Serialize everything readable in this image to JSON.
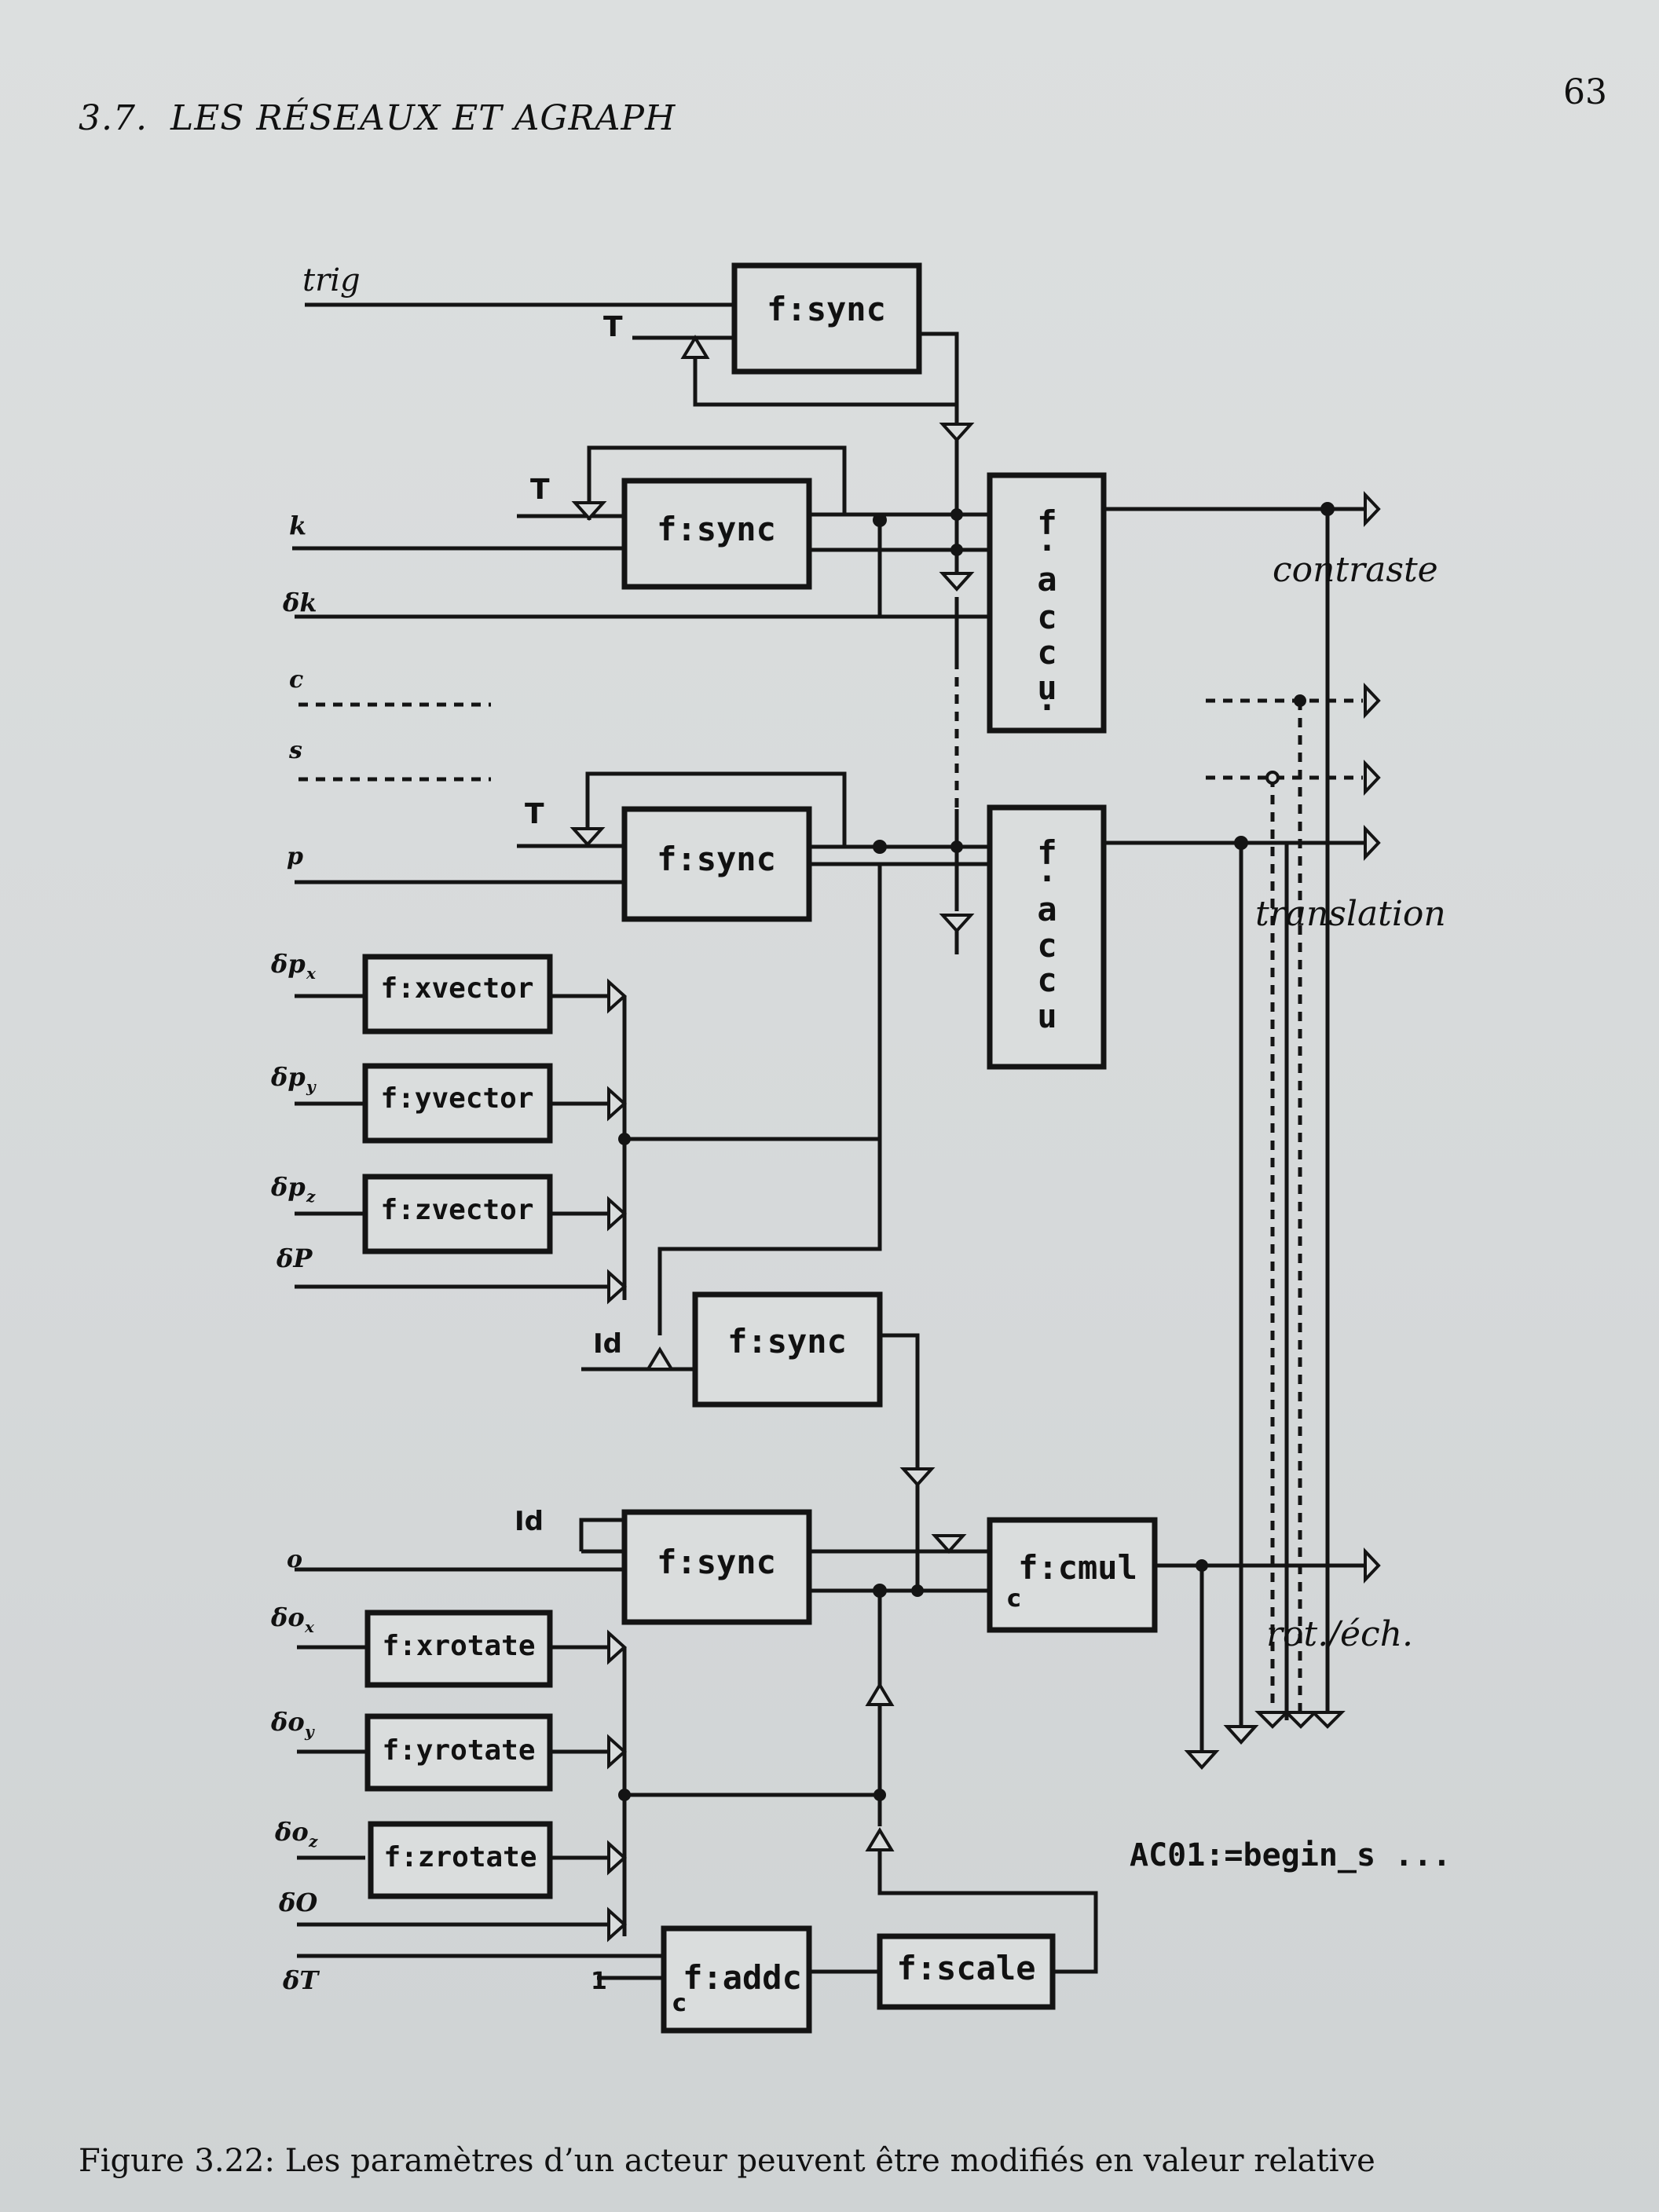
{
  "header": {
    "section_number": "3.7.",
    "section_title": "LES RÉSEAUX ET AGRAPH",
    "page_number": "63"
  },
  "diagram": {
    "inputs": {
      "trig": "trig",
      "k": "k",
      "dk": "δk",
      "c": "c",
      "s": "s",
      "p": "p",
      "dpx": "δp",
      "dpx_sub": "x",
      "dpy": "δp",
      "dpy_sub": "y",
      "dpz": "δp",
      "dpz_sub": "z",
      "dP": "δP",
      "o": "o",
      "dox": "δo",
      "dox_sub": "x",
      "doy": "δo",
      "doy_sub": "y",
      "doz": "δo",
      "doz_sub": "z",
      "dO": "δO",
      "dT": "δT"
    },
    "control_labels": {
      "T1": "T",
      "T2": "T",
      "T3": "T",
      "Id1": "Id",
      "Id2": "Id",
      "one": "1",
      "c_cmul": "c",
      "c_addc": "c"
    },
    "blocks": {
      "sync1": "f:sync",
      "sync2": "f:sync",
      "sync3": "f:sync",
      "sync4": "f:sync",
      "sync5": "f:sync",
      "accu1": [
        "f",
        "·",
        "a",
        "c",
        "c",
        "u",
        "·"
      ],
      "accu2": [
        "f",
        "·",
        "a",
        "c",
        "c",
        "u"
      ],
      "xvector": "f:xvector",
      "yvector": "f:yvector",
      "zvector": "f:zvector",
      "cmul": "f:cmul",
      "xrotate": "f:xrotate",
      "yrotate": "f:yrotate",
      "zrotate": "f:zrotate",
      "addc": "f:addc",
      "scale": "f:scale"
    },
    "outputs": {
      "contraste": "contraste",
      "translation": "translation",
      "rot_ech": "rot./éch."
    },
    "code": "AC01:=begin_s ..."
  },
  "caption": {
    "label": "Figure 3.22:",
    "text": "Les paramètres d’un acteur peuvent être modifiés en valeur relative"
  }
}
